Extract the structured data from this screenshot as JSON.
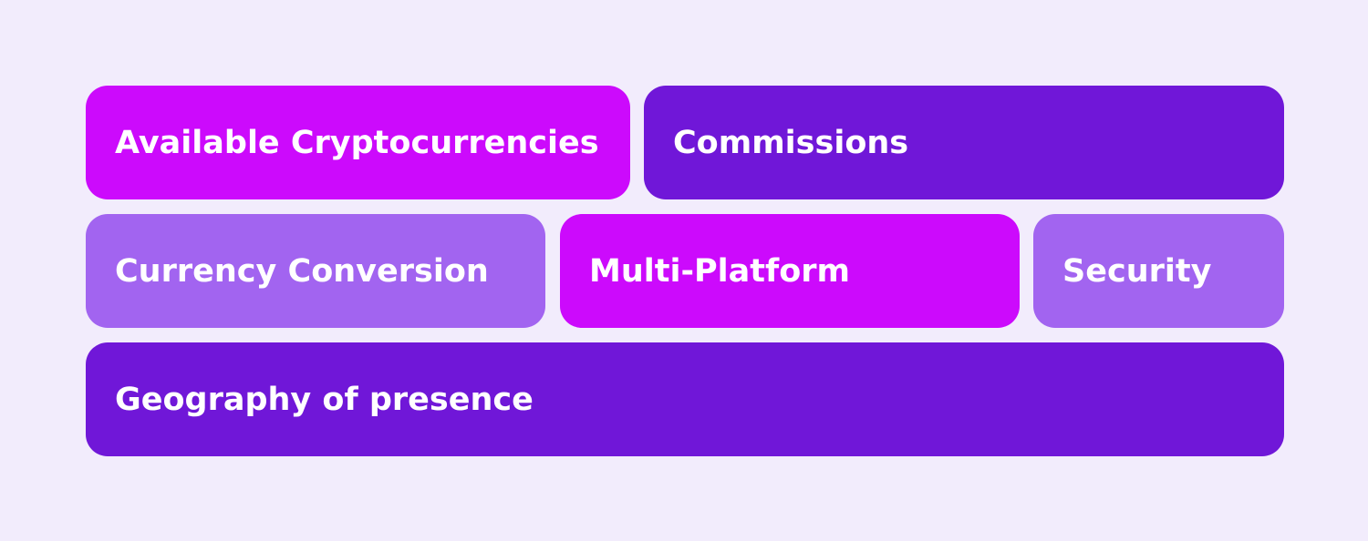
{
  "tiles": [
    {
      "id": "available-cryptocurrencies",
      "label": "Available Cryptocurrencies",
      "color": "#cc0afc"
    },
    {
      "id": "commissions",
      "label": "Commissions",
      "color": "#7017d8"
    },
    {
      "id": "currency-conversion",
      "label": "Currency Conversion",
      "color": "#a264f0"
    },
    {
      "id": "multi-platform",
      "label": "Multi-Platform",
      "color": "#cc0afc"
    },
    {
      "id": "security",
      "label": "Security",
      "color": "#a264f0"
    },
    {
      "id": "geography-of-presence",
      "label": "Geography of presence",
      "color": "#7017d8"
    }
  ]
}
